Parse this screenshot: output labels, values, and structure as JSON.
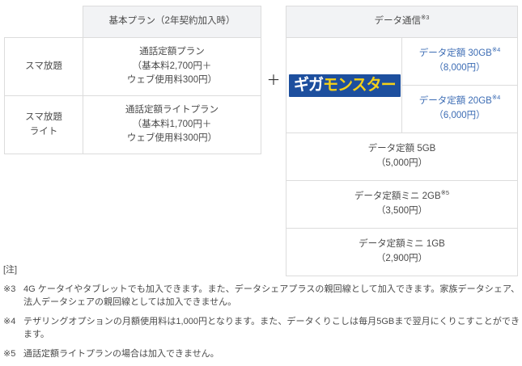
{
  "left_table": {
    "name": "basic-plan-table",
    "header": {
      "label_col": "",
      "plan_col": "基本プラン（2年契約加入時）"
    },
    "rows": [
      {
        "label": "スマ放題",
        "plan_lines": [
          "通話定額プラン",
          "（基本料2,700円＋",
          "ウェブ使用料300円）"
        ]
      },
      {
        "label": "スマ放題\nライト",
        "label_line1": "スマ放題",
        "label_line2": "ライト",
        "plan_lines": [
          "通話定額ライトプラン",
          "（基本料1,700円＋",
          "ウェブ使用料300円）"
        ]
      }
    ]
  },
  "operator": "＋",
  "right_table": {
    "name": "data-plan-table",
    "header": {
      "title": "データ通信",
      "title_sup": "※3"
    },
    "logo": {
      "text_white": "ギガ",
      "text_yellow": "モンスター",
      "background_color": "#1d4f9e",
      "white_color": "#ffffff",
      "yellow_color": "#f5d017"
    },
    "giga_rows": [
      {
        "name": "データ定額 30GB",
        "sup": "※4",
        "price": "（8,000円）",
        "color": "#3c6cb4"
      },
      {
        "name": "データ定額 20GB",
        "sup": "※4",
        "price": "（6,000円）",
        "color": "#3c6cb4"
      }
    ],
    "other_rows": [
      {
        "name": "データ定額 5GB",
        "sup": "",
        "price": "（5,000円）",
        "color": "#4a4a4a"
      },
      {
        "name": "データ定額ミニ 2GB",
        "sup": "※5",
        "price": "（3,500円）",
        "color": "#4a4a4a"
      },
      {
        "name": "データ定額ミニ 1GB",
        "sup": "",
        "price": "（2,900円）",
        "color": "#4a4a4a"
      }
    ]
  },
  "notes": {
    "title": "[注]",
    "items": [
      {
        "mark": "※3",
        "text": "4G ケータイやタブレットでも加入できます。また、データシェアプラスの親回線として加入できます。家族データシェア、法人データシェアの親回線としては加入できません。"
      },
      {
        "mark": "※4",
        "text": "テザリングオプションの月額使用料は1,000円となります。また、データくりこしは毎月5GBまで翌月にくりこすことができます。"
      },
      {
        "mark": "※5",
        "text": "通話定額ライトプランの場合は加入できません。"
      }
    ]
  }
}
